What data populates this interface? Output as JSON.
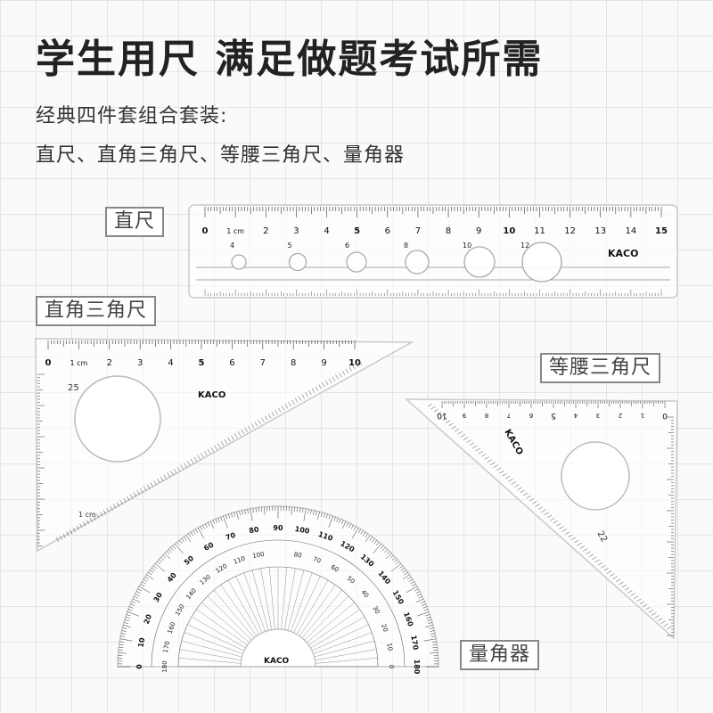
{
  "headline": "学生用尺 满足做题考试所需",
  "subtitle_line1": "经典四件套组合套装:",
  "subtitle_line2": "直尺、直角三角尺、等腰三角尺、量角器",
  "labels": {
    "ruler": "直尺",
    "right_triangle": "直角三角尺",
    "isosceles_triangle": "等腰三角尺",
    "protractor": "量角器"
  },
  "brand": "KACO",
  "ruler": {
    "ticks": [
      "0",
      "1 cm",
      "2",
      "3",
      "4",
      "5",
      "6",
      "7",
      "8",
      "9",
      "10",
      "11",
      "12",
      "13",
      "14",
      "15"
    ],
    "hole_labels": [
      "4",
      "5",
      "6",
      "8",
      "10",
      "12"
    ]
  },
  "right_triangle": {
    "top_ticks": [
      "0",
      "1 cm",
      "2",
      "3",
      "4",
      "5",
      "6",
      "7",
      "8",
      "9",
      "10"
    ],
    "hole_label": "25",
    "side_label": "1 cm"
  },
  "isosceles_triangle": {
    "top_ticks": [
      "10",
      "9",
      "8",
      "7",
      "6",
      "5",
      "4",
      "3",
      "2",
      "1",
      "0"
    ],
    "hole_label": "22"
  },
  "protractor": {
    "outer_labels": [
      "0",
      "10",
      "20",
      "30",
      "40",
      "50",
      "60",
      "70",
      "80",
      "90",
      "100",
      "110",
      "120",
      "130",
      "140",
      "150",
      "160",
      "170",
      "180"
    ],
    "inner_labels": [
      "180",
      "170",
      "160",
      "150",
      "140",
      "130",
      "120",
      "110",
      "100",
      "80",
      "70",
      "60",
      "50",
      "40",
      "30",
      "20",
      "10",
      "0"
    ]
  }
}
